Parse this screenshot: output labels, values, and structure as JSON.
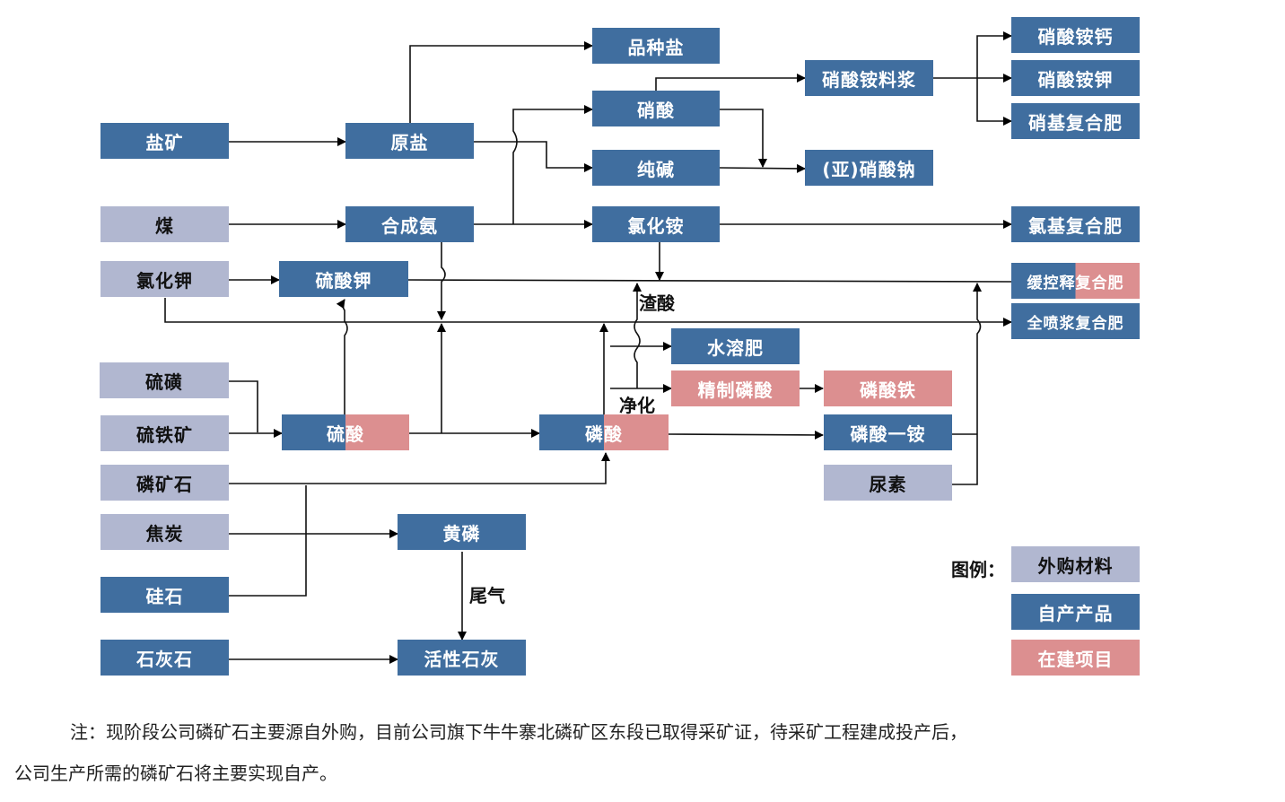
{
  "nodes": {
    "pinzhongyan": "品种盐",
    "xiaosuananliaojiang": "硝酸铵料浆",
    "xiaosuananGai": "硝酸铵钙",
    "xiaosuananJia": "硝酸铵钾",
    "xiaojifuhefei": "硝基复合肥",
    "yankuang": "盐矿",
    "yuanyan": "原盐",
    "xiaosuan": "硝酸",
    "chunjian": "纯碱",
    "yaxiaosuanna": "(亚)硝酸钠",
    "mei": "煤",
    "hechengan": "合成氨",
    "lvhuaan": "氯化铵",
    "lvjifuhefei": "氯基复合肥",
    "lvhuajia": "氯化钾",
    "liusuanjia": "硫酸钾",
    "huankongshi": "缓控释复合肥",
    "quanpenjiang": "全喷浆复合肥",
    "shuirongfei": "水溶肥",
    "liuhuang": "硫磺",
    "jingzhilinsuan": "精制磷酸",
    "linsuantie": "磷酸铁",
    "liutiekuang": "硫铁矿",
    "liusuan": "硫酸",
    "linsuan": "磷酸",
    "linsuanyian": "磷酸一铵",
    "linkuangshi": "磷矿石",
    "niaosu": "尿素",
    "jiaotan": "焦炭",
    "huanglin": "黄磷",
    "guishi": "硅石",
    "shihuishi": "石灰石",
    "huoxingshihui": "活性石灰"
  },
  "edge_labels": {
    "zhasuan": "渣酸",
    "jinghua": "净化",
    "weiqi": "尾气"
  },
  "legend": {
    "title": "图例：",
    "items": [
      {
        "label": "外购材料",
        "kind": "purchased",
        "color": "#b1b7d0"
      },
      {
        "label": "自产产品",
        "kind": "self-produced",
        "color": "#406e9f"
      },
      {
        "label": "在建项目",
        "kind": "under-construction",
        "color": "#dc8f90"
      }
    ]
  },
  "note": {
    "line1": "注：现阶段公司磷矿石主要源自外购，目前公司旗下牛牛寨北磷矿区东段已取得采矿证，待采矿工程建成投产后，",
    "line2": "公司生产所需的磷矿石将主要实现自产。"
  }
}
